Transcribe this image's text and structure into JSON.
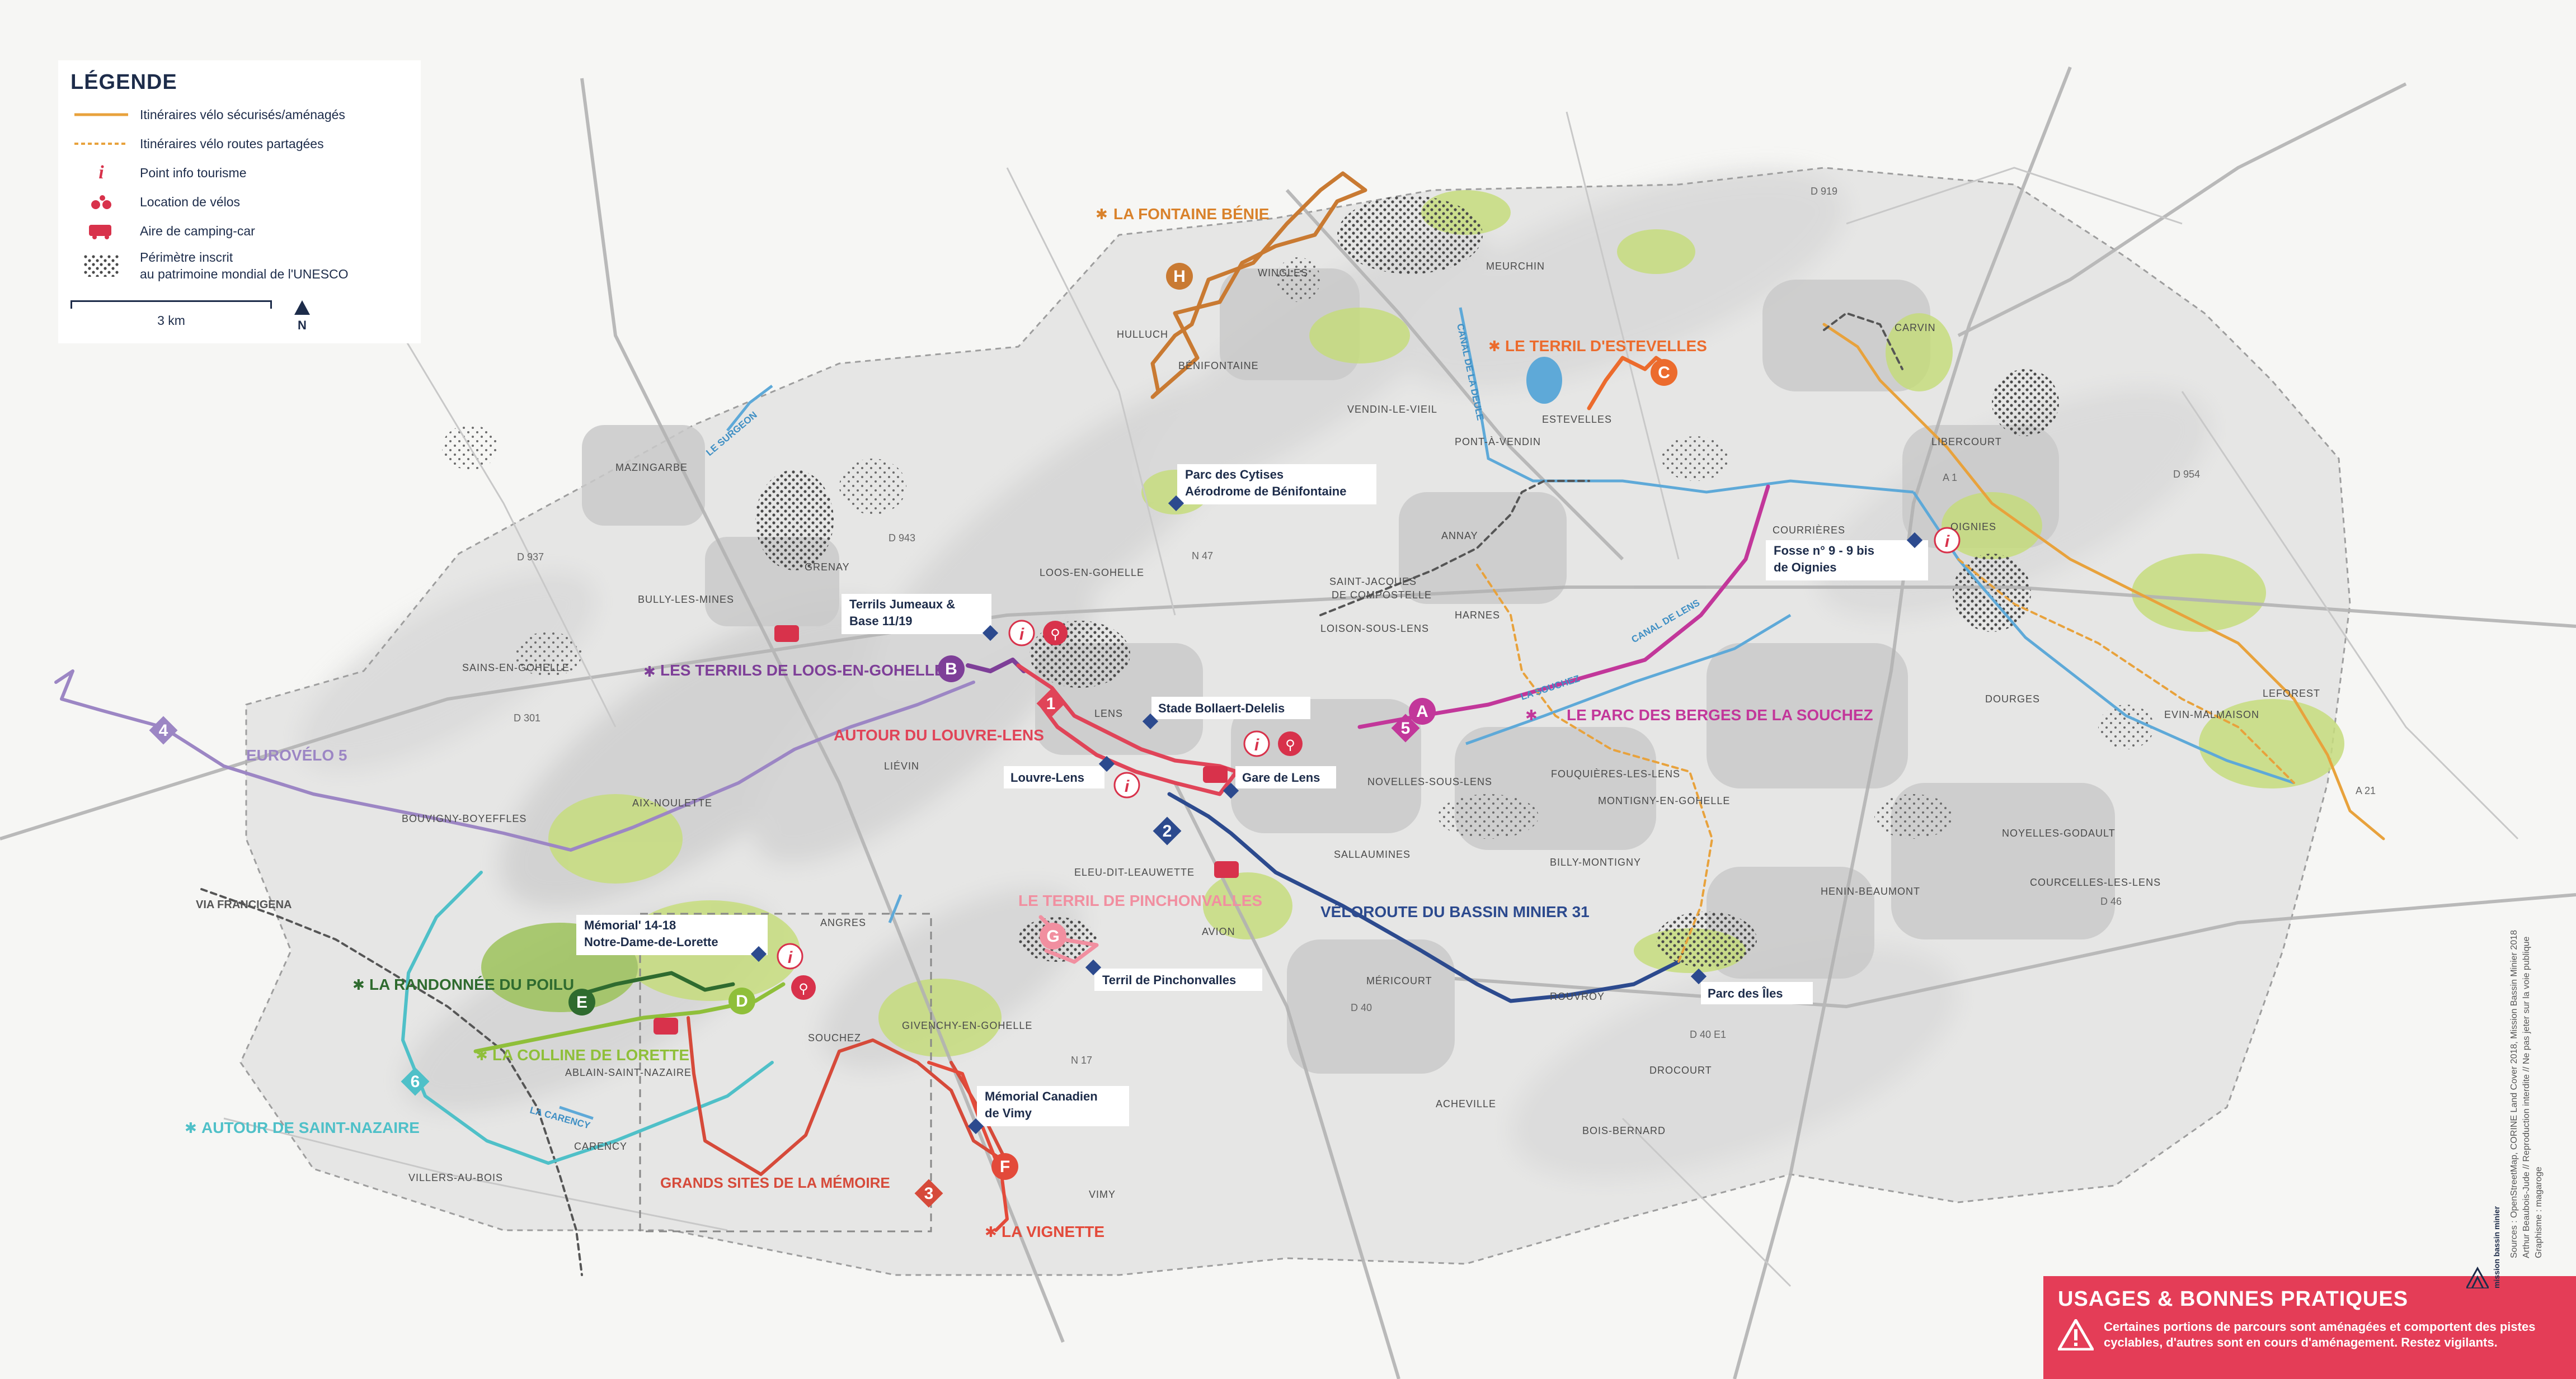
{
  "legend": {
    "title": "LÉGENDE",
    "items": [
      {
        "label": "Itinéraires vélo sécurisés/aménagés"
      },
      {
        "label": "Itinéraires vélo routes partagées"
      },
      {
        "label": "Point info tourisme"
      },
      {
        "label": "Location de vélos"
      },
      {
        "label": "Aire de camping-car"
      },
      {
        "label": "Périmètre inscrit",
        "label2": "au patrimoine mondial de l'UNESCO"
      }
    ],
    "scale_label": "3 km",
    "north_label": "N",
    "info_symbol": "i"
  },
  "colors": {
    "secured_route": "#e8a23c",
    "shared_route": "#e8a23c",
    "accent_red": "#d8324b",
    "water": "#5ea9d8",
    "green": "#b9d46a",
    "navy": "#1d2c4a"
  },
  "icons": [
    "info-icon",
    "bike-icon",
    "camper-icon",
    "hiker-icon",
    "warning-icon",
    "north-arrow-icon"
  ],
  "routes": [
    {
      "id": "fontaine",
      "label": "LA FONTAINE BÉNIE",
      "color": "#d9822b"
    },
    {
      "id": "estevelles",
      "label": "LE TERRIL D'ESTEVELLES",
      "color": "#ec6b2d"
    },
    {
      "id": "loos",
      "label": "LES TERRILS DE LOOS-EN-GOHELLE",
      "color": "#7e3f98"
    },
    {
      "id": "louvre",
      "label": "AUTOUR DU LOUVRE-LENS",
      "color": "#e04458"
    },
    {
      "id": "souchez",
      "label": "LE PARC DES BERGES DE LA SOUCHEZ",
      "color": "#c2379a"
    },
    {
      "id": "eurovelo",
      "label": "EUROVÉLO 5",
      "color": "#9c86c4"
    },
    {
      "id": "pinchonvalles",
      "label": "LE TERRIL DE PINCHONVALLES",
      "color": "#f18fa0"
    },
    {
      "id": "veloroute",
      "label": "VÉLOROUTE DU BASSIN MINIER 31",
      "color": "#2c4a8e"
    },
    {
      "id": "francigena",
      "label": "VIA FRANCIGENA",
      "color": "#555555"
    },
    {
      "id": "poilu",
      "label": "LA RANDONNÉE DU POILU",
      "color": "#2f6b2f"
    },
    {
      "id": "lorette",
      "label": "LA COLLINE DE LORETTE",
      "color": "#8fbf3a"
    },
    {
      "id": "saintnazaire",
      "label": "AUTOUR DE SAINT-NAZAIRE",
      "color": "#4fc0c8"
    },
    {
      "id": "grandssites",
      "label": "GRANDS SITES DE LA MÉMOIRE",
      "color": "#d64a3a"
    },
    {
      "id": "vignette",
      "label": "LA VIGNETTE",
      "color": "#e34a3a"
    }
  ],
  "markers": [
    "H",
    "C",
    "B",
    "A",
    "E",
    "D",
    "G",
    "F",
    "1",
    "2",
    "3",
    "4",
    "5",
    "6"
  ],
  "callouts": [
    {
      "text": "Parc des Cytises",
      "text2": "Aérodrome de Bénifontaine"
    },
    {
      "text": "Terrils Jumeaux &",
      "text2": "Base 11/19"
    },
    {
      "text": "Stade Bollaert-Delelis"
    },
    {
      "text": "Louvre-Lens"
    },
    {
      "text": "Gare de Lens"
    },
    {
      "text": "Fosse n° 9 - 9 bis",
      "text2": "de Oignies"
    },
    {
      "text": "Mémorial' 14-18",
      "text2": "Notre-Dame-de-Lorette"
    },
    {
      "text": "Terril de Pinchonvalles"
    },
    {
      "text": "Mémorial Canadien",
      "text2": "de Vimy"
    },
    {
      "text": "Parc des Îles"
    }
  ],
  "towns": [
    "WINGLES",
    "MEURCHIN",
    "HULLUCH",
    "BÉNIFONTAINE",
    "CARVIN",
    "VENDIN-LE-VIEIL",
    "PONT-À-VENDIN",
    "ESTEVELLES",
    "LIBERCOURT",
    "MAZINGARBE",
    "ANNAY",
    "COURRIÈRES",
    "OIGNIES",
    "LOOS-EN-GOHELLE",
    "SAINT-JACQUES",
    "DE COMPOSTELLE",
    "GRENAY",
    "BULLY-LES-MINES",
    "HARNES",
    "LOISON-SOUS-LENS",
    "SAINS-EN-GOHELLE",
    "LENS",
    "DOURGES",
    "EVIN-MALMAISON",
    "LEFOREST",
    "LIÉVIN",
    "NOVELLES-SOUS-LENS",
    "FOUQUIÈRES-LES-LENS",
    "MONTIGNY-EN-GOHELLE",
    "AIX-NOULETTE",
    "BOUVIGNY-BOYEFFLES",
    "SALLAUMINES",
    "BILLY-MONTIGNY",
    "NOYELLES-GODAULT",
    "ELEU-DIT-LEAUWETTE",
    "COURCELLES-LES-LENS",
    "HENIN-BEAUMONT",
    "ANGRES",
    "AVION",
    "MÉRICOURT",
    "ROUVROY",
    "SOUCHEZ",
    "GIVENCHY-EN-GOHELLE",
    "DROCOURT",
    "ABLAIN-SAINT-NAZAIRE",
    "ACHEVILLE",
    "CARENCY",
    "BOIS-BERNARD",
    "VILLERS-AU-BOIS",
    "VIMY"
  ],
  "roads": [
    "D 919",
    "D 943",
    "D 937",
    "D 301",
    "N 47",
    "A 21",
    "D 40",
    "D 40 E1",
    "N 17",
    "D 954",
    "A 1",
    "D 46"
  ],
  "waterways": [
    "CANAL DE LA DEULE",
    "LA SOUCHEZ",
    "CANAL DE LENS",
    "LE SURGEON",
    "LA CARENCY"
  ],
  "usages": {
    "title": "USAGES & BONNES PRATIQUES",
    "text": "Certaines portions de parcours sont aménagées et comportent des pistes cyclables, d'autres sont en cours d'aménagement. Restez vigilants."
  },
  "credits": {
    "line1": "Sources : OpenStreetMap, CORINE Land Cover 2018, Mission Bassin Minier 2018",
    "line2": "Arthur Beaubois-Jude // Reproduction interdite // Ne pas jeter sur la voie publique",
    "line3": "Graphisme : magaroge",
    "logo": "mission bassin minier"
  }
}
